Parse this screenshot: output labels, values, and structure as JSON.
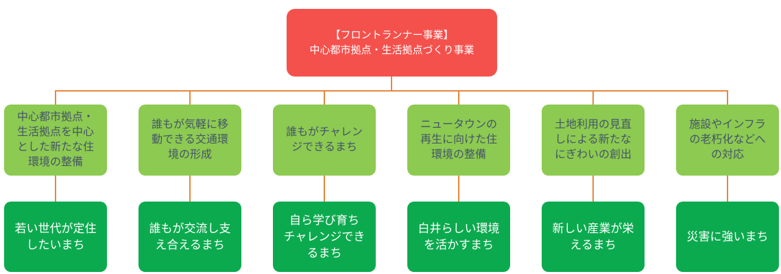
{
  "diagram": {
    "title_box": {
      "label": "【フロントランナー事業】\n中心都市拠点・生活拠点づくり事業"
    },
    "columns": [
      {
        "strategy": "中心都市拠点・\n生活拠点を中心\nとした新たな住\n環境の整備",
        "goal": "若い世代が定住\nしたいまち"
      },
      {
        "strategy": "誰もが気軽に移\n動できる交通環\n境の形成",
        "goal": "誰もが交流し支\nえ合えるまち"
      },
      {
        "strategy": "誰もがチャレン\nジできるまち",
        "goal": "自ら学び育ち\nチャレンジでき\nるまち"
      },
      {
        "strategy": "ニュータウンの\n再生に向けた住\n環境の整備",
        "goal": "白井らしい環境\nを活かすまち"
      },
      {
        "strategy": "土地利用の見直\nしによる新たな\nにぎわいの創出",
        "goal": "新しい産業が栄\nえるまち"
      },
      {
        "strategy": "施設やインフラ\nの老朽化などへ\nの対応",
        "goal": "災害に強いまち"
      }
    ],
    "colors": {
      "root_bg": "#f4514d",
      "root_text": "#ffffff",
      "strategy_bg": "#8dca51",
      "strategy_text": "#44546a",
      "goal_bg": "#0caa4f",
      "goal_text": "#ffffff",
      "connector": "#e8853d"
    }
  }
}
